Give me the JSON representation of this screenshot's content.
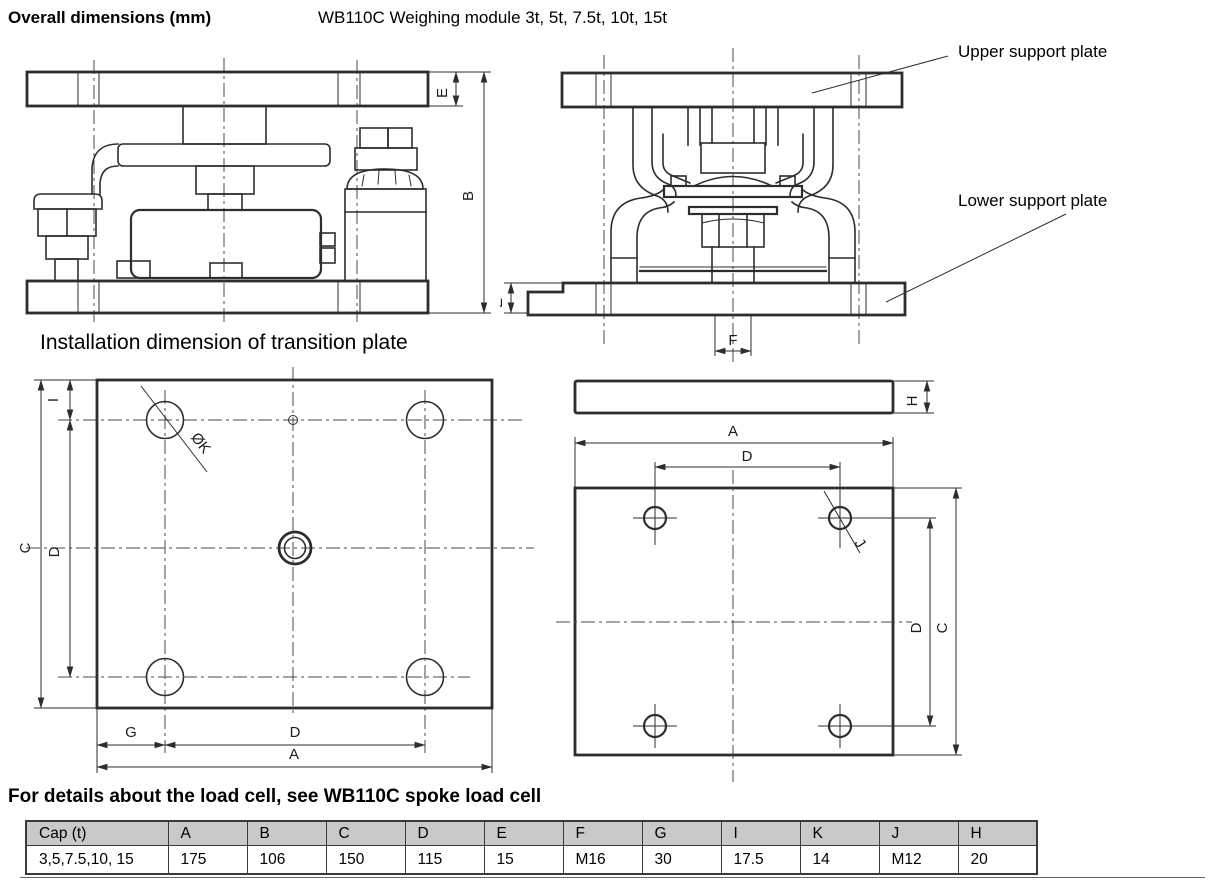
{
  "header": {
    "title": "Overall dimensions (mm)",
    "subtitle": "WB110C Weighing module 3t, 5t, 7.5t, 10t, 15t"
  },
  "captions": {
    "installation": "Installation dimension of transition plate",
    "footer_note": "For details about the load cell, see WB110C spoke load cell"
  },
  "callouts": {
    "upper_plate": "Upper support plate",
    "lower_plate": "Lower support plate"
  },
  "dim_labels": {
    "A": "A",
    "B": "B",
    "C": "C",
    "D": "D",
    "E": "E",
    "F": "F",
    "G": "G",
    "H": "H",
    "I": "I",
    "J": "J",
    "K": "ØK"
  },
  "colors": {
    "line": "#2d2d2d",
    "table_header_bg": "#c9c9c9",
    "table_border": "#3a3a3a"
  },
  "table": {
    "headers": [
      "Cap (t)",
      "A",
      "B",
      "C",
      "D",
      "E",
      "F",
      "G",
      "I",
      "K",
      "J",
      "H"
    ],
    "rows": [
      [
        "3,5,7.5,10, 15",
        "175",
        "106",
        "150",
        "115",
        "15",
        "M16",
        "30",
        "17.5",
        "14",
        "M12",
        "20"
      ]
    ]
  }
}
